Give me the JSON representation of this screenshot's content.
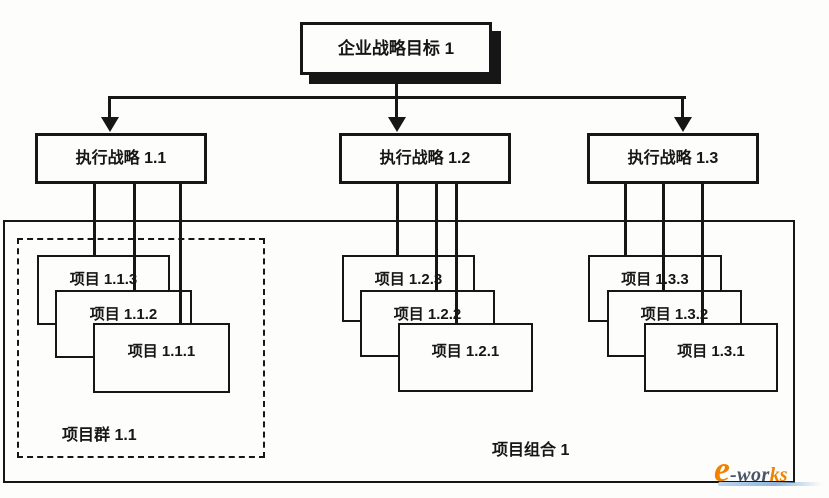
{
  "colors": {
    "ink": "#161616",
    "paper": "#fdfdfb",
    "logo_orange": "#f08200",
    "logo_dark": "#4a5468",
    "logo_blue": "#8fb8dc"
  },
  "diagram": {
    "goal": "企业战略目标 1",
    "strategies": [
      "执行战略 1.1",
      "执行战略 1.2",
      "执行战略 1.3"
    ],
    "groups": [
      {
        "projects": [
          "项目 1.1.3",
          "项目 1.1.2",
          "项目 1.1.1"
        ]
      },
      {
        "projects": [
          "项目 1.2.3",
          "项目 1.2.2",
          "项目 1.2.1"
        ]
      },
      {
        "projects": [
          "项目 1.3.3",
          "项目 1.3.2",
          "项目 1.3.1"
        ]
      }
    ],
    "program_label": "项目群 1.1",
    "portfolio_label": "项目组合 1"
  },
  "watermark": {
    "e": "e",
    "mid": "-wor",
    "accent": "ks"
  }
}
